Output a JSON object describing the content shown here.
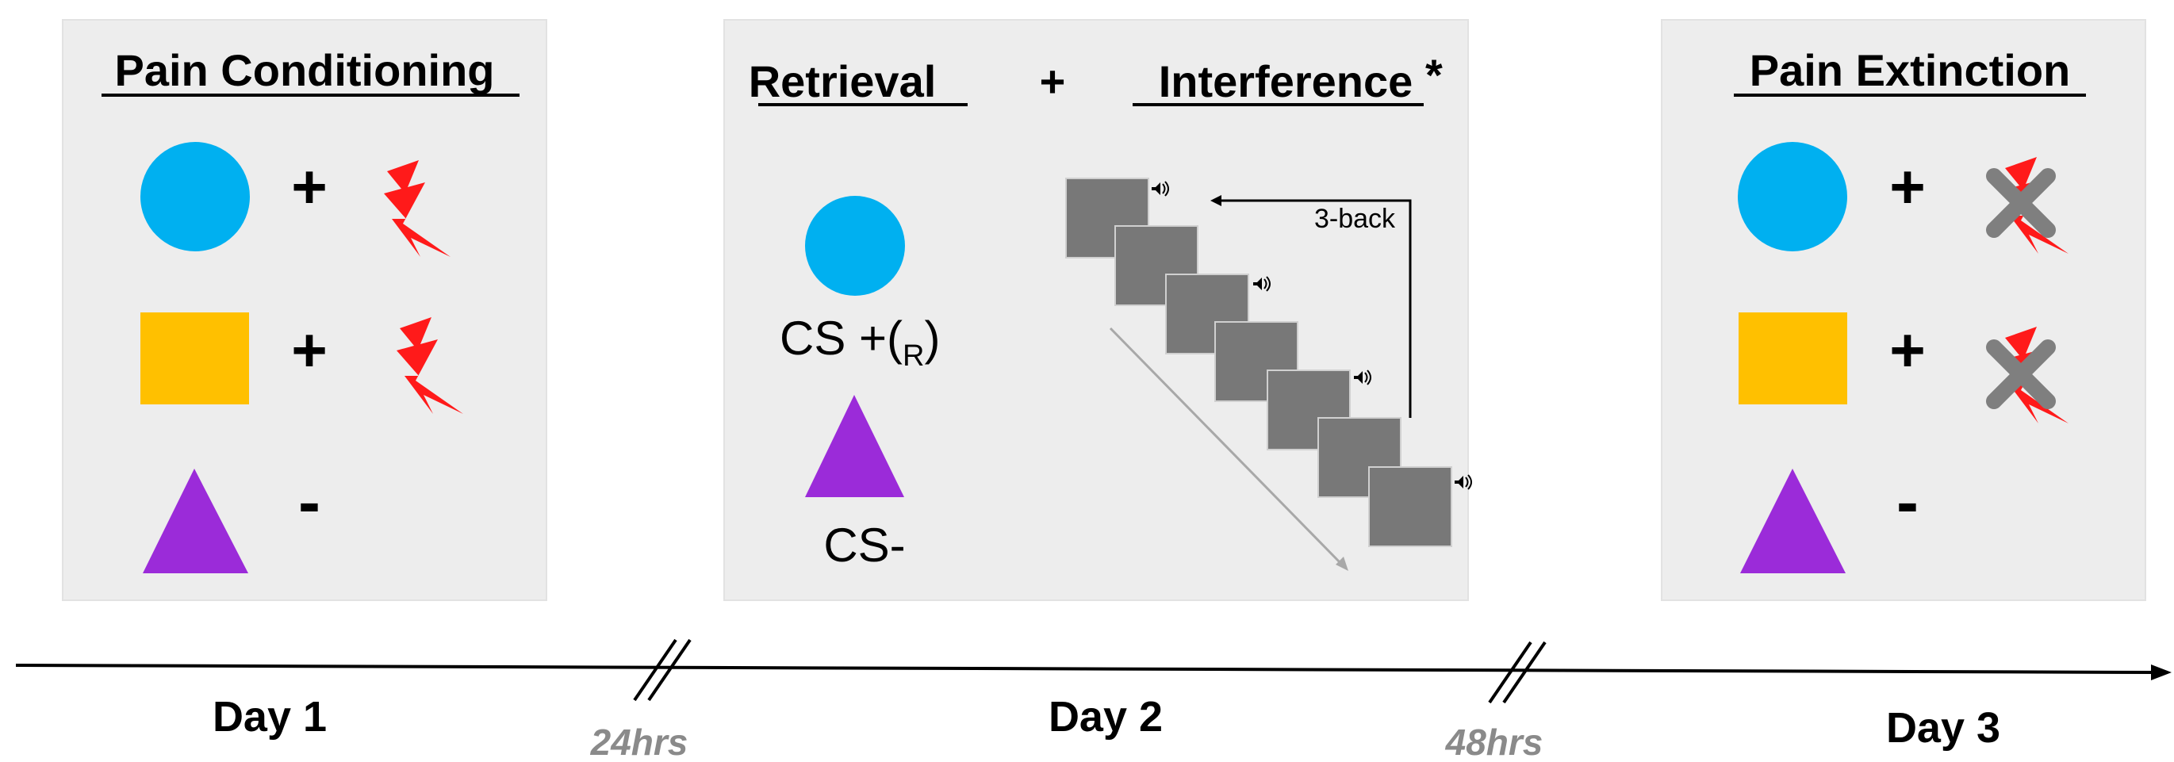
{
  "panels": {
    "day1": {
      "title": "Pain Conditioning",
      "plus1": "+",
      "plus2": "+",
      "minus": "-"
    },
    "day2": {
      "title_retrieval": "Retrieval",
      "title_plus": "+",
      "title_interference": "Interference",
      "title_asterisk": "*",
      "cs_plus_main": "CS +(",
      "cs_plus_sub": "R",
      "cs_plus_close": ")",
      "cs_minus": "CS-",
      "nback_label": "3-back"
    },
    "day3": {
      "title": "Pain Extinction",
      "plus1": "+",
      "plus2": "+",
      "minus": "-"
    }
  },
  "timeline": {
    "day1": "Day 1",
    "gap1": "24hrs",
    "day2": "Day 2",
    "gap2": "48hrs",
    "day3": "Day 3"
  },
  "colors": {
    "circle": "#00b0f0",
    "square": "#ffc000",
    "triangle": "#9b2bd9",
    "shock": "#ff0000",
    "cross": "#7f7f7f",
    "screen": "#7a7a7a",
    "gap_text": "#8a8a8a"
  },
  "icons": [
    "circle-cs-icon",
    "square-cs-icon",
    "triangle-cs-icon",
    "lightning-shock-icon",
    "crossed-shock-icon",
    "speaker-icon",
    "screen-stimulus-icon",
    "timeline-arrow-icon",
    "break-mark-icon"
  ]
}
